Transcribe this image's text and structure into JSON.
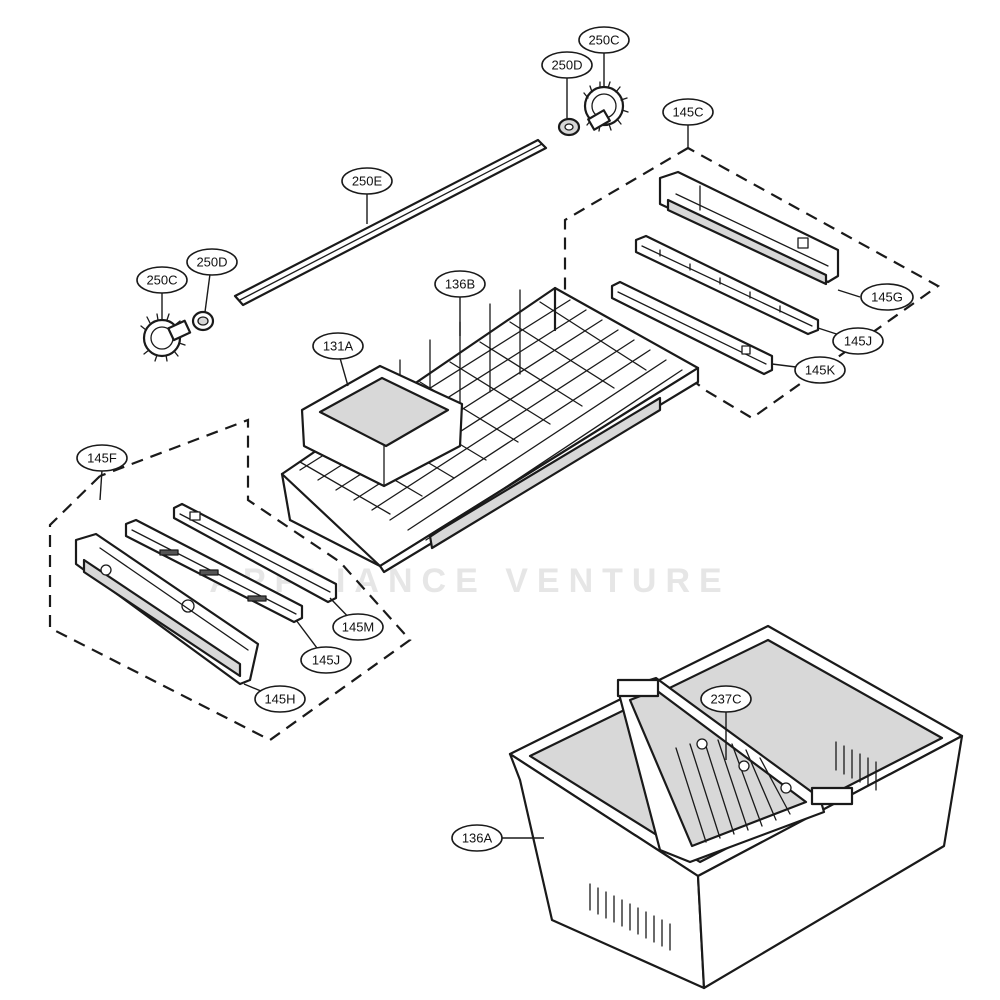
{
  "watermark": "APPLIANCE VENTURE",
  "callouts": [
    {
      "id": "c-250c-top",
      "label": "250C"
    },
    {
      "id": "c-250d-top",
      "label": "250D"
    },
    {
      "id": "c-145c",
      "label": "145C"
    },
    {
      "id": "c-250e",
      "label": "250E"
    },
    {
      "id": "c-250c-left",
      "label": "250C"
    },
    {
      "id": "c-250d-left",
      "label": "250D"
    },
    {
      "id": "c-136b",
      "label": "136B"
    },
    {
      "id": "c-145g",
      "label": "145G"
    },
    {
      "id": "c-131a",
      "label": "131A"
    },
    {
      "id": "c-145j-right",
      "label": "145J"
    },
    {
      "id": "c-145k",
      "label": "145K"
    },
    {
      "id": "c-145f",
      "label": "145F"
    },
    {
      "id": "c-145m",
      "label": "145M"
    },
    {
      "id": "c-145j-left",
      "label": "145J"
    },
    {
      "id": "c-145h",
      "label": "145H"
    },
    {
      "id": "c-237c",
      "label": "237C"
    },
    {
      "id": "c-136a",
      "label": "136A"
    }
  ]
}
